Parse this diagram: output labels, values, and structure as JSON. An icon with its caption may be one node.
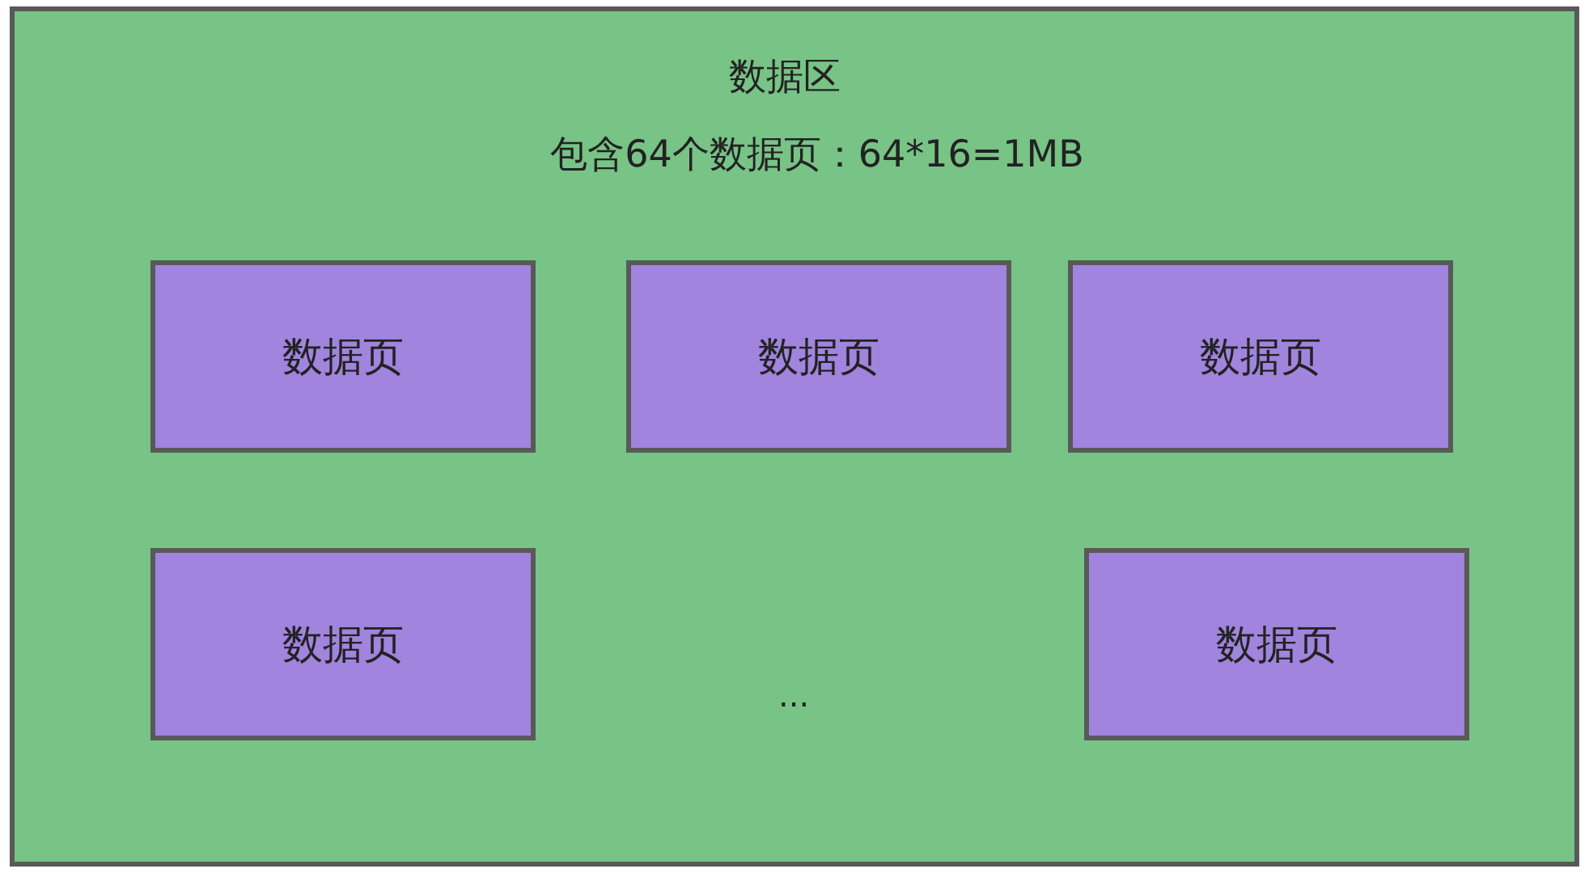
{
  "diagram": {
    "nodes": [
      {
        "text": [
          "数据区",
          "包含64个数据页：64*16=1MB"
        ]
      },
      {
        "text": [
          "数据页"
        ],
        "in": 0
      },
      {
        "text": [
          "数据页"
        ],
        "in": 0
      },
      {
        "text": [
          "数据页"
        ],
        "in": 0
      },
      {
        "text": [
          "数据页"
        ],
        "in": 0
      },
      {
        "text": [
          "数据页"
        ],
        "in": 0
      }
    ],
    "labels": [
      "..."
    ]
  }
}
